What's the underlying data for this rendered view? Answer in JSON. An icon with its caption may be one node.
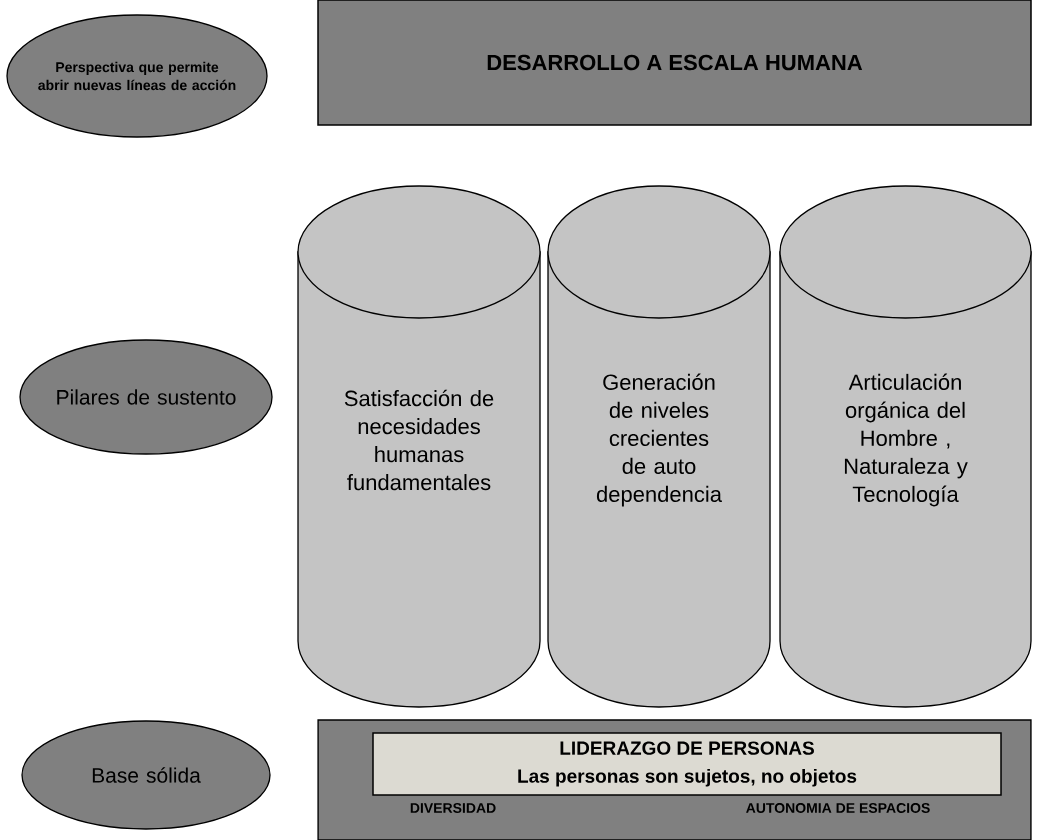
{
  "diagram": {
    "nodes": [
      {
        "text": [
          "Perspectiva que permite abrir nuevas líneas de acción"
        ]
      },
      {
        "text": [
          "DESARROLLO A ESCALA HUMANA"
        ]
      },
      {
        "text": [
          "Satisfacción de necesidades humanas fundamentales"
        ]
      },
      {
        "text": [
          "Generación de niveles crecientes de auto dependencia"
        ]
      },
      {
        "text": [
          "Articulación orgánica del Hombre , Naturaleza y Tecnología"
        ]
      },
      {
        "text": [
          "Pilares de sustento"
        ]
      },
      {
        "text": [
          "DIVERSIDAD",
          "AUTONOMIA DE ESPACIOS"
        ]
      },
      {
        "text": [
          "LIDERAZGO DE PERSONAS",
          "Las personas son sujetos, no objetos"
        ],
        "in": 6
      },
      {
        "text": [
          "Base sólida"
        ]
      }
    ]
  }
}
